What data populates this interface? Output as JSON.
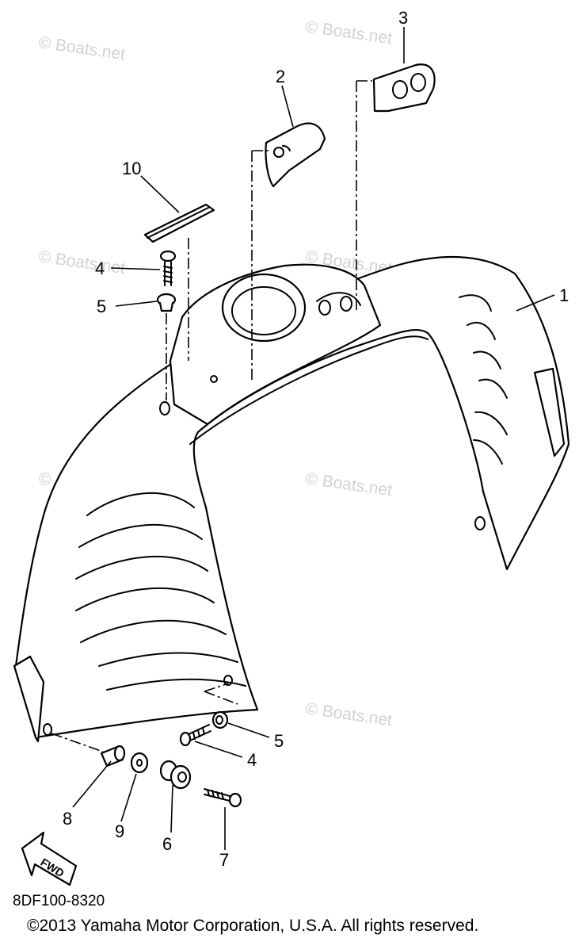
{
  "diagram": {
    "watermark": "© Boats.net",
    "reference_code": "8DF100-8320",
    "copyright": "©2013 Yamaha Motor Corporation, U.S.A. All rights reserved.",
    "direction_badge": "FWD",
    "callouts": [
      {
        "part": "hood",
        "label": "1"
      },
      {
        "part": "plate-small",
        "label": "2"
      },
      {
        "part": "plate-double",
        "label": "3"
      },
      {
        "part": "screw-upper",
        "label": "4"
      },
      {
        "part": "grommet-upper",
        "label": "5"
      },
      {
        "part": "bracket-strip",
        "label": "10"
      },
      {
        "part": "grommet-lower",
        "label": "5"
      },
      {
        "part": "screw-lower",
        "label": "4"
      },
      {
        "part": "damper",
        "label": "6"
      },
      {
        "part": "bolt",
        "label": "7"
      },
      {
        "part": "collar",
        "label": "8"
      },
      {
        "part": "washer",
        "label": "9"
      }
    ]
  }
}
